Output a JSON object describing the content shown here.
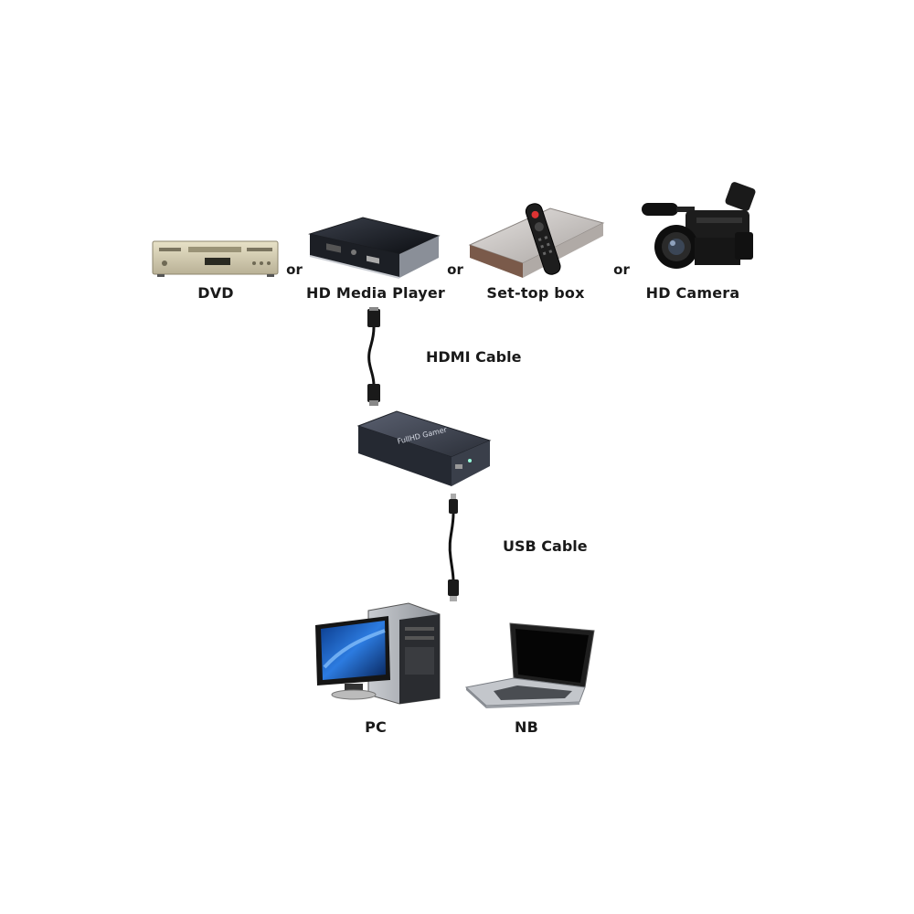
{
  "sources": [
    {
      "label": "DVD",
      "icon": "dvd-player-icon"
    },
    {
      "label": "HD Media Player",
      "icon": "media-player-icon"
    },
    {
      "label": "Set-top box",
      "icon": "set-top-box-icon"
    },
    {
      "label": "HD Camera",
      "icon": "camcorder-icon"
    }
  ],
  "separator": "or",
  "cables": {
    "hdmi": "HDMI Cable",
    "usb": "USB Cable"
  },
  "capture_device": {
    "icon": "capture-box-icon",
    "brand_text": "FullHD Gamer"
  },
  "targets": [
    {
      "label": "PC",
      "icon": "desktop-pc-icon"
    },
    {
      "label": "NB",
      "icon": "notebook-icon"
    }
  ]
}
